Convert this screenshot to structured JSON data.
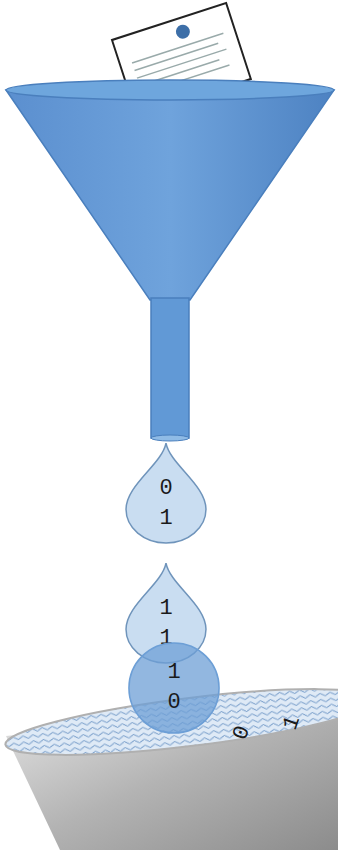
{
  "diagram": {
    "nodes": [
      {
        "text": [
          "0 1"
        ]
      },
      {
        "text": [
          "1 1"
        ]
      },
      {
        "text": [
          "1 0"
        ]
      }
    ],
    "labels": [
      "0",
      "1"
    ]
  }
}
